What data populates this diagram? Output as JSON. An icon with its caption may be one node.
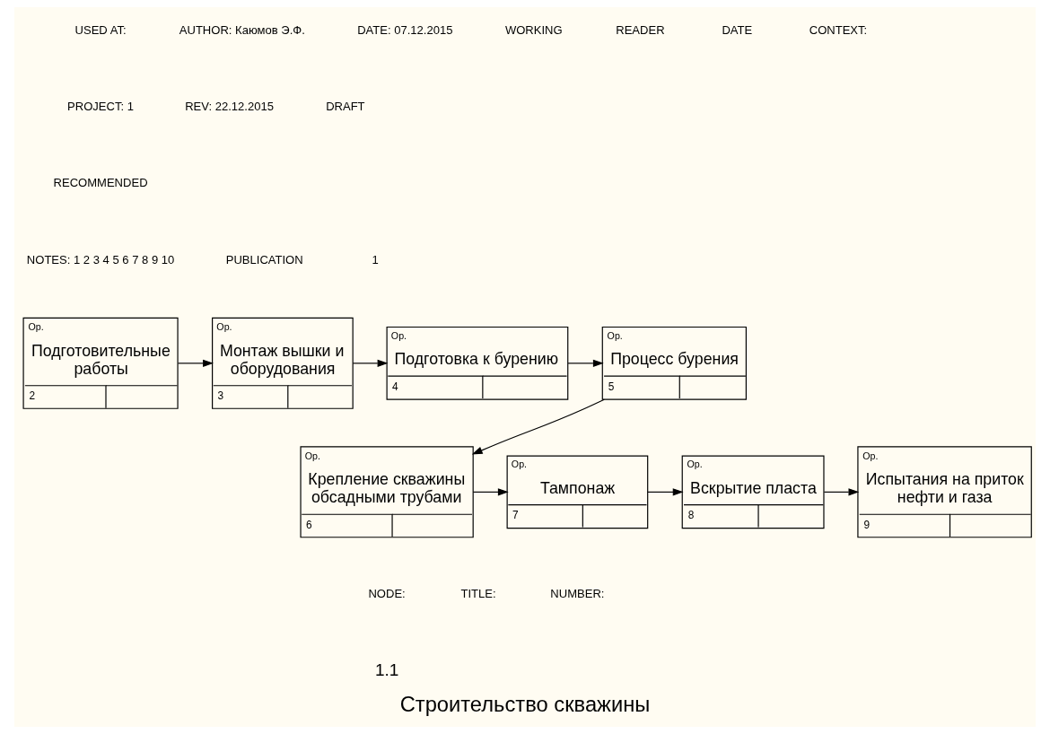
{
  "diagram": {
    "title": "Строительство скважины",
    "nodes": [
      {
        "text": [
          "Op.",
          "Подготовительные работы",
          "2"
        ]
      },
      {
        "text": [
          "Op.",
          "Монтаж вышки и оборудования",
          "3"
        ]
      },
      {
        "text": [
          "Op.",
          "Подготовка к бурению",
          "4"
        ]
      },
      {
        "text": [
          "Op.",
          "Процесс бурения",
          "5"
        ]
      },
      {
        "text": [
          "Op.",
          "Крепление скважины обсадными трубами",
          "6"
        ]
      },
      {
        "text": [
          "Op.",
          "Тампонаж",
          "7"
        ]
      },
      {
        "text": [
          "Op.",
          "Вскрытие пласта",
          "8"
        ]
      },
      {
        "text": [
          "Op.",
          "Испытания на приток нефти и газа",
          "9"
        ]
      }
    ],
    "edges": [
      {
        "from": 0,
        "to": 1,
        "arrow": "to"
      },
      {
        "from": 1,
        "to": 2,
        "arrow": "to"
      },
      {
        "from": 2,
        "to": 3,
        "arrow": "to"
      },
      {
        "from": 3,
        "to": 4,
        "arrow": "to"
      },
      {
        "from": 4,
        "to": 5,
        "arrow": "to"
      },
      {
        "from": 5,
        "to": 6,
        "arrow": "to"
      },
      {
        "from": 6,
        "to": 7,
        "arrow": "to"
      }
    ],
    "labels": [
      "USED AT:",
      "AUTHOR: Каюмов Э.Ф.",
      "DATE: 07.12.2015",
      "WORKING",
      "READER",
      "DATE",
      "CONTEXT:",
      "PROJECT: 1",
      "REV: 22.12.2015",
      "DRAFT",
      "RECOMMENDED",
      "NOTES: 1 2 3 4 5 6 7 8 9 10",
      "PUBLICATION",
      "1",
      "NODE:",
      "1.1",
      "TITLE:",
      "NUMBER:"
    ]
  }
}
